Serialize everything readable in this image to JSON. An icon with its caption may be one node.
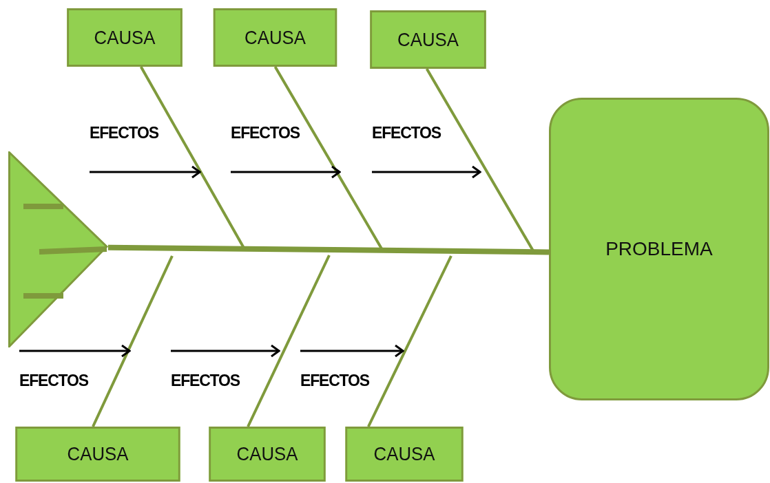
{
  "diagram": {
    "nodes": [
      {
        "text": [
          "CAUSA"
        ]
      },
      {
        "text": [
          "CAUSA"
        ]
      },
      {
        "text": [
          "CAUSA"
        ]
      },
      {
        "text": [
          "EFECTOS"
        ]
      },
      {
        "text": [
          "EFECTOS"
        ]
      },
      {
        "text": [
          "EFECTOS"
        ]
      },
      {
        "text": [],
        "shape": "triangle"
      },
      {
        "text": [
          "PROBLEMA"
        ]
      },
      {
        "text": [
          "EFECTOS"
        ]
      },
      {
        "text": [
          "EFECTOS"
        ]
      },
      {
        "text": [
          "EFECTOS"
        ]
      },
      {
        "text": [
          "CAUSA"
        ]
      },
      {
        "text": [
          "CAUSA"
        ]
      },
      {
        "text": [
          "CAUSA"
        ]
      }
    ],
    "edges": [
      {
        "from": 6,
        "to": 7,
        "arrow": "none",
        "style": "thick"
      },
      {
        "from": 0,
        "to": null,
        "arrow": "none"
      },
      {
        "from": 1,
        "to": null,
        "arrow": "none"
      },
      {
        "from": 2,
        "to": null,
        "arrow": "none"
      },
      {
        "from": 11,
        "to": null,
        "arrow": "none"
      },
      {
        "from": 12,
        "to": null,
        "arrow": "none"
      },
      {
        "from": 13,
        "to": null,
        "arrow": "none"
      },
      {
        "from": 3,
        "to": null,
        "arrow": "to",
        "color": "#000000"
      },
      {
        "from": 4,
        "to": null,
        "arrow": "to",
        "color": "#000000"
      },
      {
        "from": 5,
        "to": null,
        "arrow": "to",
        "color": "#000000"
      },
      {
        "from": 8,
        "to": null,
        "arrow": "to",
        "color": "#000000"
      },
      {
        "from": 9,
        "to": null,
        "arrow": "to",
        "color": "#000000"
      },
      {
        "from": 10,
        "to": null,
        "arrow": "to",
        "color": "#000000"
      }
    ]
  }
}
